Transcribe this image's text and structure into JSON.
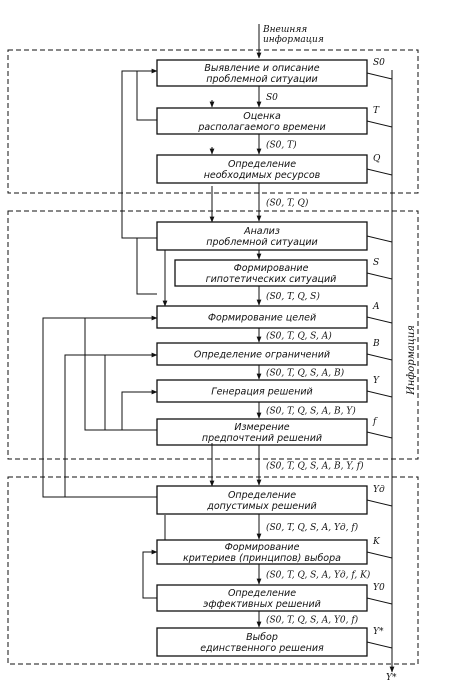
{
  "external": [
    "Внешняя",
    "информация"
  ],
  "side_label": "Информация",
  "boxes": [
    {
      "lines": [
        "Выявление и описание",
        "проблемной ситуации"
      ],
      "out": "S0"
    },
    {
      "lines": [
        "Оценка",
        "располагаемого времени"
      ],
      "out": "T"
    },
    {
      "lines": [
        "Определение",
        "необходимых ресурсов"
      ],
      "out": "Q"
    },
    {
      "lines": [
        "Анализ",
        "проблемной ситуации"
      ],
      "out": ""
    },
    {
      "lines": [
        "Формирование",
        "гипотетических ситуаций"
      ],
      "out": "S"
    },
    {
      "lines": [
        "Формирование целей"
      ],
      "out": "A"
    },
    {
      "lines": [
        "Определение ограничений"
      ],
      "out": "B"
    },
    {
      "lines": [
        "Генерация решений"
      ],
      "out": "Y"
    },
    {
      "lines": [
        "Измерение",
        "предпочтений решений"
      ],
      "out": "f"
    },
    {
      "lines": [
        "Определение",
        "допустимых решений"
      ],
      "out": "Yд"
    },
    {
      "lines": [
        "Формирование",
        "критериев (принципов) выбора"
      ],
      "out": "K"
    },
    {
      "lines": [
        "Определение",
        "эффективных решений"
      ],
      "out": "Y0"
    },
    {
      "lines": [
        "Выбор",
        "единственного решения"
      ],
      "out": "Y*"
    }
  ],
  "flows": [
    "S0",
    "(S0, T)",
    "(S0, T, Q)",
    "(S0, T, Q, S)",
    "(S0, T, Q, S, A)",
    "(S0, T, Q, S, A, B)",
    "(S0, T, Q, S, A, B, Y)",
    "(S0, T, Q, S, A, B, Y, f)",
    "(S0, T, Q, S, A, Yд, f)",
    "(S0, T, Q, S, A, Yд, f, K)",
    "(S0, T, Q, S, A, Y0, f)"
  ],
  "final_output": "Y*"
}
